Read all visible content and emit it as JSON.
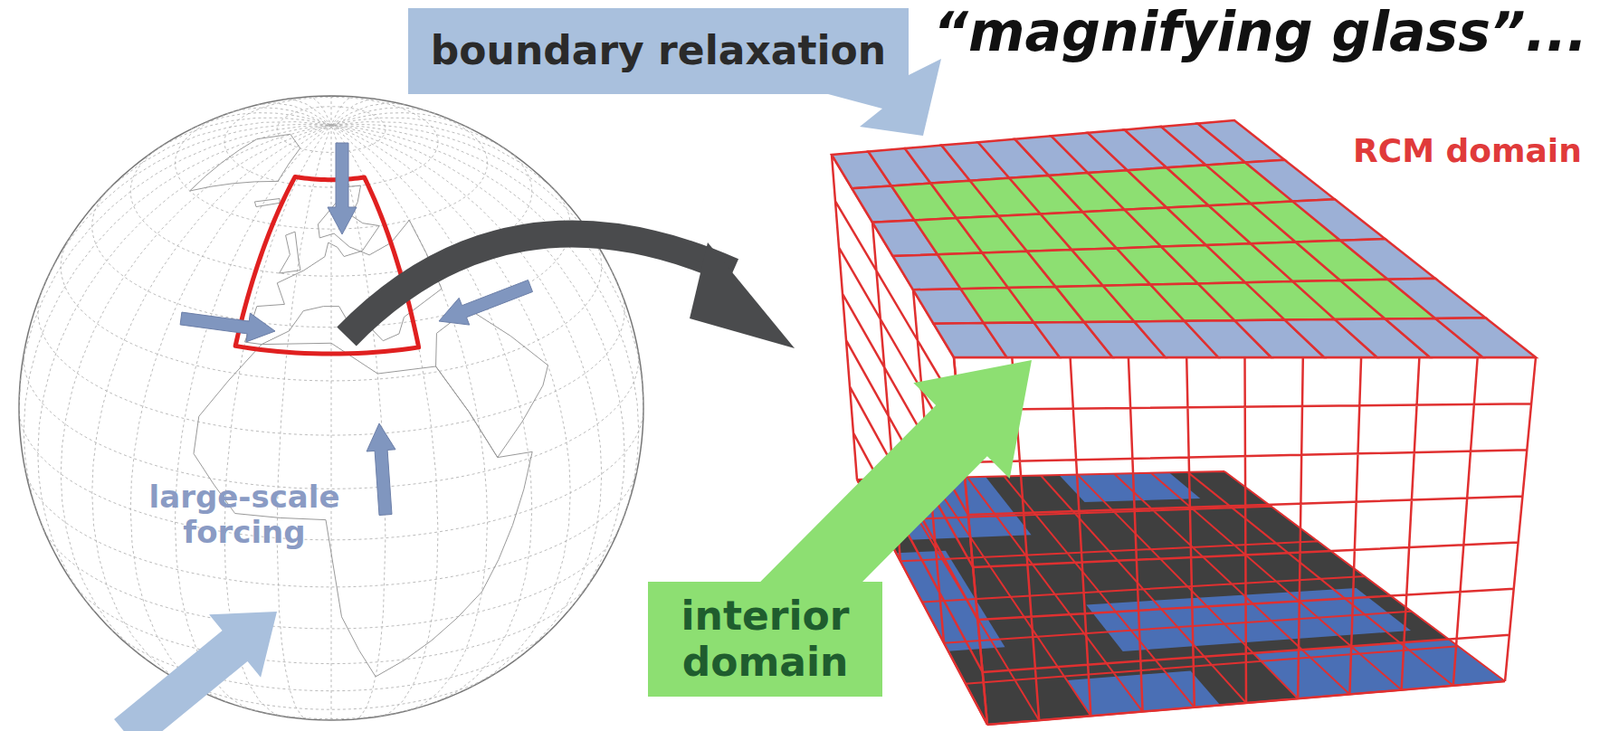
{
  "diagram": {
    "title": "“magnifying glass”...",
    "nodes": [
      {
        "text": [
          "boundary relaxation"
        ]
      },
      {
        "text": [
          "interior domain"
        ]
      }
    ],
    "labels": [
      "RCM domain",
      "large-scale forcing"
    ]
  }
}
